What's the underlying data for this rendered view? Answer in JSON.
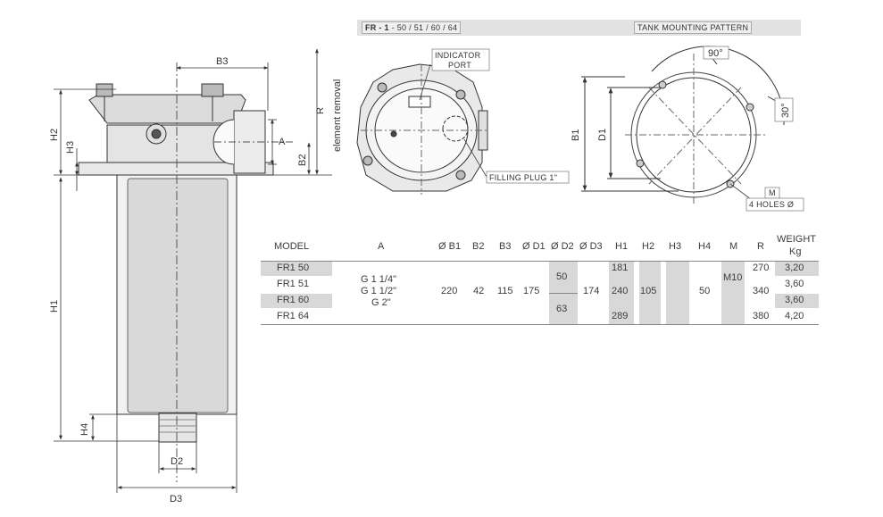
{
  "header": {
    "series_bold": "FR - 1",
    "series_rest": " - 50 / 51 / 60 / 64",
    "tank_pattern": "TANK MOUNTING PATTERN"
  },
  "side_view": {
    "labels": {
      "b3": "B3",
      "r": "R",
      "element_removal": "element removal",
      "h2": "H2",
      "h3": "H3",
      "a": "A",
      "b2": "B2",
      "h1": "H1",
      "h4": "H4",
      "d2": "D2",
      "d3": "D3"
    }
  },
  "top_view": {
    "indicator_port": [
      "INDICATOR",
      "PORT"
    ],
    "filling_plug": "FILLING PLUG 1\""
  },
  "mounting": {
    "angle_90": "90°",
    "angle_30": "30°",
    "b1": "B1",
    "d1": "D1",
    "m": "M",
    "holes": "4 HOLES Ø"
  },
  "table": {
    "headers": [
      "MODEL",
      "A",
      "Ø B1",
      "B2",
      "B3",
      "Ø D1",
      "Ø D2",
      "Ø D3",
      "H1",
      "H2",
      "H3",
      "H4",
      "M",
      "R",
      "WEIGHT",
      "Kg"
    ],
    "models": [
      "FR1 50",
      "FR1 51",
      "FR1 60",
      "FR1 64"
    ],
    "a_values": [
      "G 1 1/4\"",
      "G 1 1/2\"",
      "G 2\""
    ],
    "b1": "220",
    "b2": "42",
    "b3": "115",
    "d1": "175",
    "d2_top": "50",
    "d2_bottom": "63",
    "d3": "174",
    "h1": [
      "181",
      "240",
      "289"
    ],
    "h2": "105",
    "h4": "50",
    "m": "M10",
    "r": [
      "270",
      "340",
      "380"
    ],
    "weight": [
      "3,20",
      "3,60",
      "3,60",
      "4,20"
    ]
  }
}
